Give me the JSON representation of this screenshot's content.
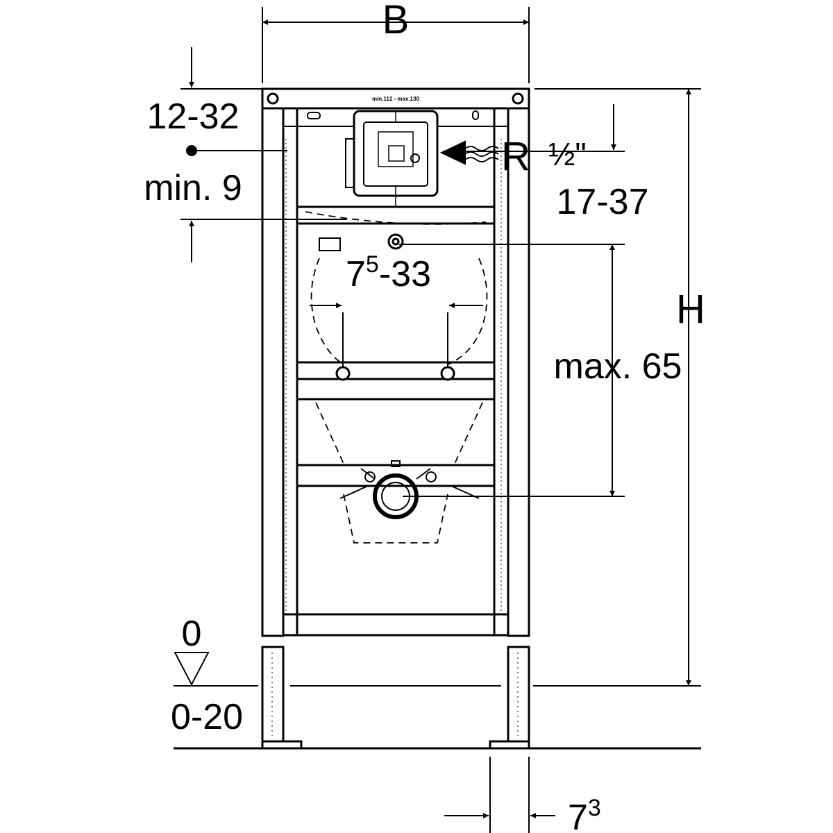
{
  "labels": {
    "width": "B",
    "height": "H",
    "top_offset": "12-32",
    "min_depth": "min. 9",
    "thread_prefix": "R",
    "thread_size": "½\"",
    "supply_height": "17-37",
    "bracket_spacing_base": "7",
    "bracket_spacing_exp": "5",
    "bracket_spacing_rest": "-33",
    "max_height": "max. 65",
    "floor_level": "0",
    "floor_range": "0-20",
    "foot_offset_base": "7",
    "foot_offset_exp": "3",
    "plate_marking": "min.112 - max.130"
  },
  "colors": {
    "line": "#000000",
    "background": "#ffffff"
  }
}
